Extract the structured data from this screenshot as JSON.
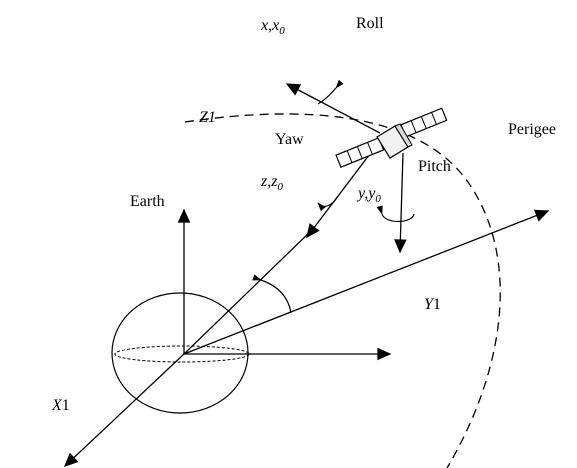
{
  "diagram": {
    "labels": {
      "roll_axis_var": "x",
      "roll_axis_var0": "x",
      "roll_sub": "0",
      "roll": "Roll",
      "z1": "Z1",
      "yaw": "Yaw",
      "perigee": "Perigee",
      "pitch": "Pitch",
      "yaw_axis_var": "z",
      "yaw_axis_var0": "z",
      "yaw_sub": "0",
      "pitch_axis_var": "y",
      "pitch_axis_var0": "y",
      "pitch_sub": "0",
      "earth": "Earth",
      "y1_letter": "Y",
      "y1_digit": "1",
      "x1_letter": "X",
      "x1_digit": "1"
    },
    "colors": {
      "stroke": "#000000",
      "background": "#ffffff"
    }
  }
}
